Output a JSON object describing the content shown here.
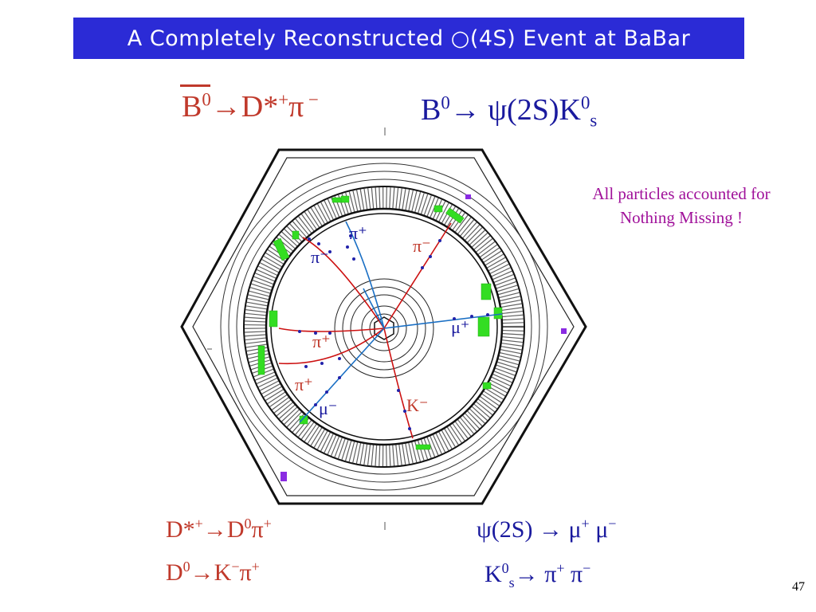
{
  "title": "A Completely Reconstructed ○(4S) Event at BaBar",
  "top_left_decay": {
    "bbar": "B",
    "sup0": "0",
    "arrow": "→",
    "dstar": "D*",
    "plus": "+",
    "pi": "π",
    "minus": " −"
  },
  "top_right_decay": {
    "b": "B",
    "sup0": "0",
    "arrow": "→ ",
    "psi": "ψ(2S)K",
    "ksup": "0",
    "ksub": "s"
  },
  "note": {
    "line1": "All particles accounted for",
    "line2": "Nothing Missing !"
  },
  "bottom_left": {
    "line1": {
      "a": "D*",
      "sup1": "+",
      "arrow": "→",
      "d": "D",
      "sup0": "0",
      "pi": "π",
      "sup2": "+"
    },
    "line2": {
      "d": "D",
      "sup0": "0",
      "arrow": "→",
      "k": "K",
      "supm": "−",
      "pi": "π",
      "supp": "+"
    }
  },
  "bottom_right": {
    "line1": {
      "psi": "ψ(2S) → μ",
      "sup1": "+",
      "mu": " μ",
      "sup2": "−"
    },
    "line2": {
      "k": "K",
      "sup0": "0",
      "sub": "s",
      "arrow": "→ π",
      "sup1": "+",
      "pi": " π",
      "sup2": "−"
    }
  },
  "track_labels": {
    "pi_plus_top": "π⁺",
    "pi_minus_left": "π⁻",
    "pi_minus_right": "π⁻",
    "mu_plus": "μ⁺",
    "pi_plus_mid": "π⁺",
    "pi_plus_low": "π⁺",
    "mu_minus": "μ⁻",
    "k_minus": "K⁻"
  },
  "page_number": "47",
  "colors": {
    "title_bg": "#2b2bd6",
    "decay_red": "#c0392b",
    "decay_blue": "#1a1a9e",
    "note_magenta": "#a0119a",
    "calorimeter_green": "#33dd22",
    "track_red": "#cc1111",
    "track_blue": "#1a6fc4",
    "hit_dark": "#2222aa",
    "muon_purple": "#8a2be2"
  }
}
